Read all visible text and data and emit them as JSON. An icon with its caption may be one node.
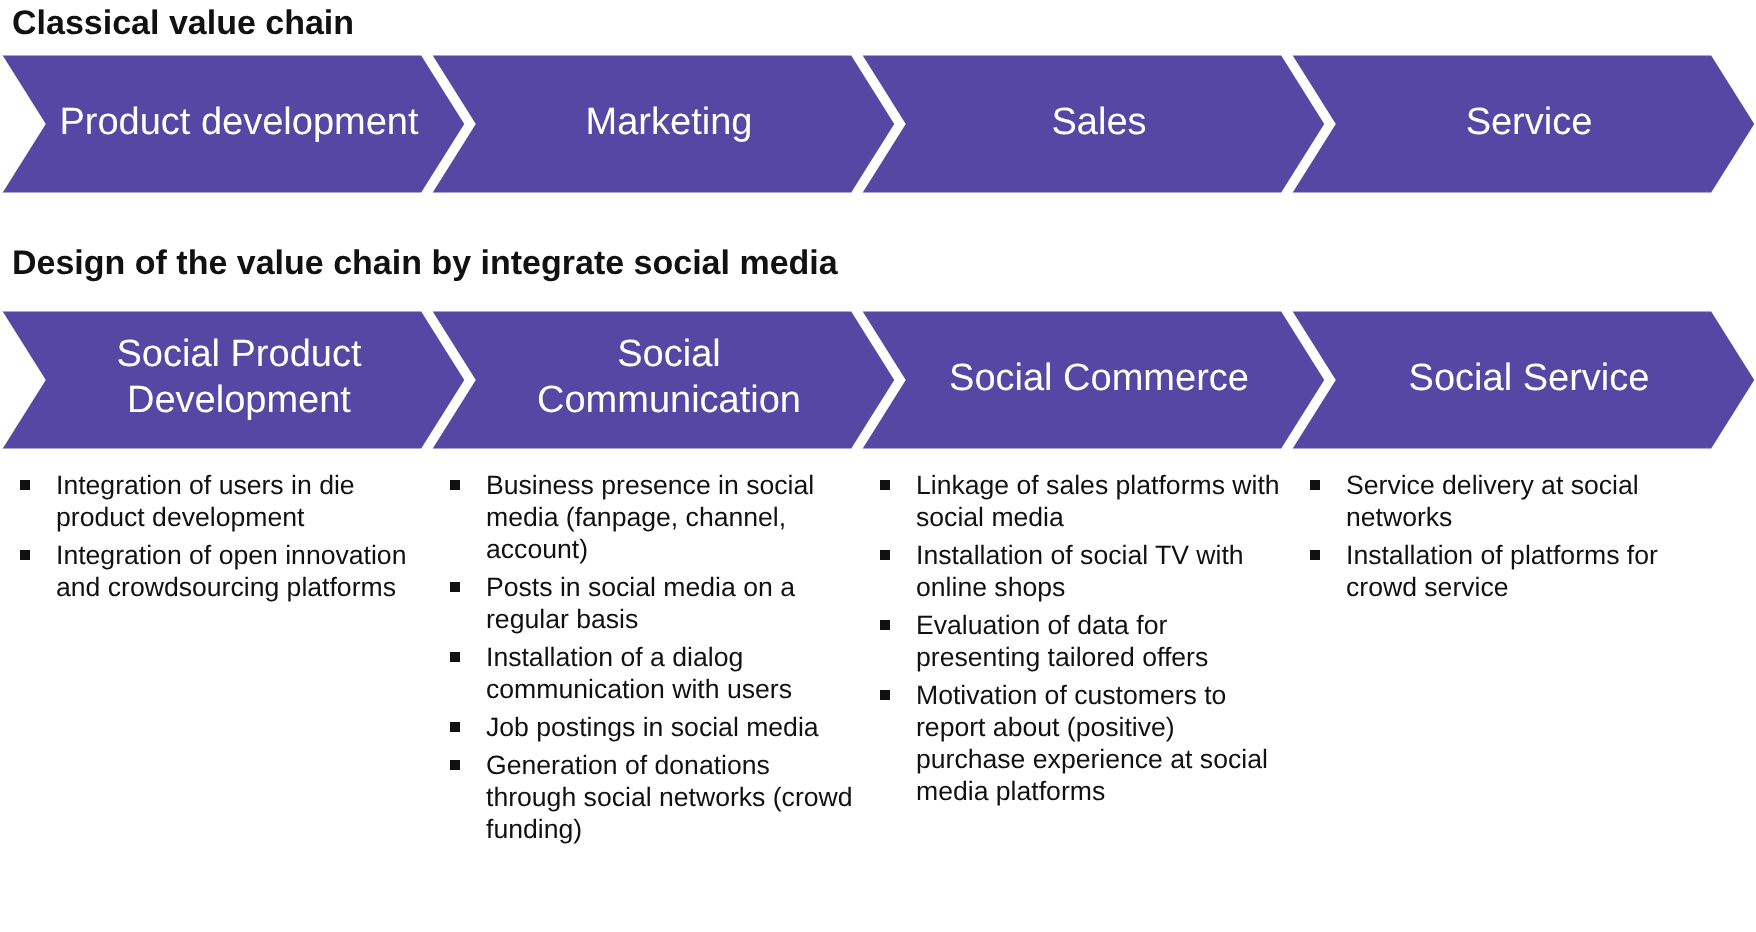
{
  "diagram": {
    "nodes": [
      {
        "text": [
          "Product development"
        ]
      },
      {
        "text": [
          "Marketing"
        ]
      },
      {
        "text": [
          "Sales"
        ]
      },
      {
        "text": [
          "Service"
        ]
      },
      {
        "text": [
          "Social Product Development"
        ],
        "beside": [
          "Integration of users in die product development",
          "Integration of open innovation and crowdsourcing platforms"
        ]
      },
      {
        "text": [
          "Social Communication"
        ],
        "beside": [
          "Business presence in social media (fanpage, channel, account)",
          "Posts in social media on a regular basis",
          "Installation of a dialog communication with users",
          "Job postings in social media",
          "Generation of donations through social networks (crowd funding)"
        ]
      },
      {
        "text": [
          "Social Commerce"
        ],
        "beside": [
          "Linkage of sales platforms with social media",
          "Installation of  social TV with online shops",
          "Evaluation of data for presenting tailored offers",
          "Motivation of customers to report about (positive) purchase experience at social media platforms"
        ]
      },
      {
        "text": [
          "Social Service"
        ],
        "beside": [
          "Service delivery at social networks",
          "Installation of platforms for crowd service"
        ]
      }
    ],
    "labels": [
      "Classical value chain",
      "Design of the value chain by integrate  social media"
    ]
  }
}
